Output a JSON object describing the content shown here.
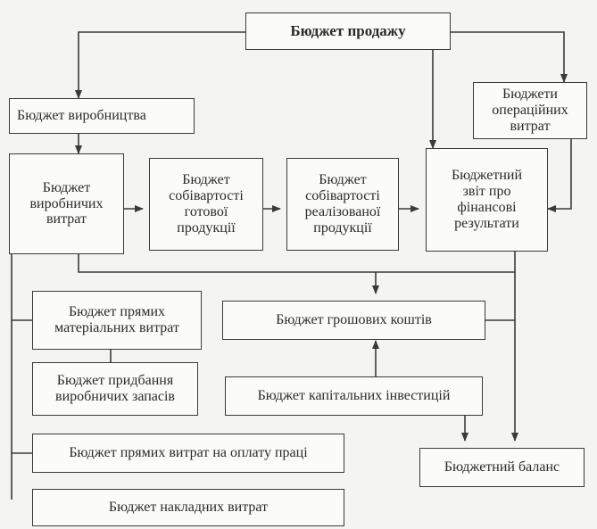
{
  "colors": {
    "line": "#3a3a3a",
    "box_fill": "#fbfbf8",
    "background": "#f4f4f1"
  },
  "boxes": {
    "sales": "Бюджет продажу",
    "production": "Бюджет виробництва",
    "operating": "Бюджети\nопераційних\nвитрат",
    "prod_costs": "Бюджет\nвиробничих\nвитрат",
    "finished_cost": "Бюджет\nсобівартості\nготової\nпродукції",
    "sold_cost": "Бюджет\nсобівартості\nреалізованої\nпродукції",
    "fin_report": "Бюджетний\nзвіт про\nфінансові\nрезультати",
    "direct_material": "Бюджет прямих\nматеріальних витрат",
    "cash": "Бюджет грошових коштів",
    "purchase_stock": "Бюджет придбання\nвиробничих запасів",
    "capital": "Бюджет капітальних інвестицій",
    "direct_labor": "Бюджет прямих витрат на оплату праці",
    "balance": "Бюджетний баланс",
    "overhead": "Бюджет накладних витрат"
  }
}
